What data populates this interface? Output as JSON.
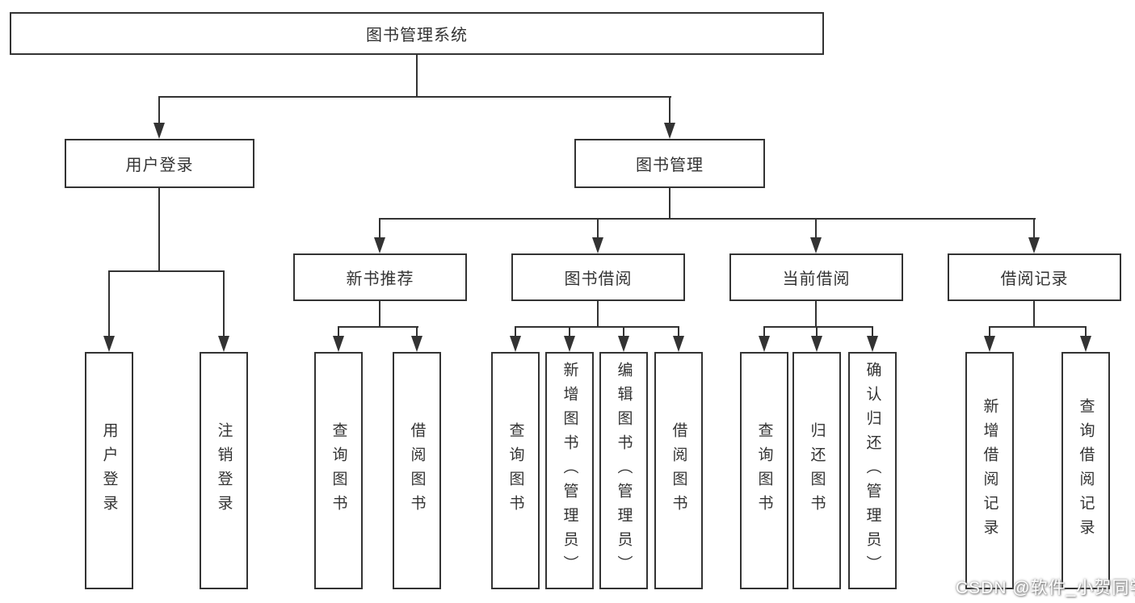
{
  "diagram_title": "图书管理系统",
  "watermark": "CSDN @软件_小贺同学",
  "colors": {
    "line": "#333333",
    "box_border": "#333333",
    "box_fill": "#ffffff",
    "text": "#333333",
    "watermark_text": "#ffffff"
  },
  "tree": {
    "root": {
      "label": "图书管理系统"
    },
    "branches": [
      {
        "label": "用户登录",
        "children": [
          {
            "label": "用户登录"
          },
          {
            "label": "注销登录"
          }
        ]
      },
      {
        "label": "图书管理",
        "children": [
          {
            "label": "新书推荐",
            "children": [
              {
                "label": "查询图书"
              },
              {
                "label": "借阅图书"
              }
            ]
          },
          {
            "label": "图书借阅",
            "children": [
              {
                "label": "查询图书"
              },
              {
                "label": "新增图书（管理员）"
              },
              {
                "label": "编辑图书（管理员）"
              },
              {
                "label": "借阅图书"
              }
            ]
          },
          {
            "label": "当前借阅",
            "children": [
              {
                "label": "查询图书"
              },
              {
                "label": "归还图书"
              },
              {
                "label": "确认归还（管理员）"
              }
            ]
          },
          {
            "label": "借阅记录",
            "children": [
              {
                "label": "新增借阅记录"
              },
              {
                "label": "查询借阅记录"
              }
            ]
          }
        ]
      }
    ]
  }
}
